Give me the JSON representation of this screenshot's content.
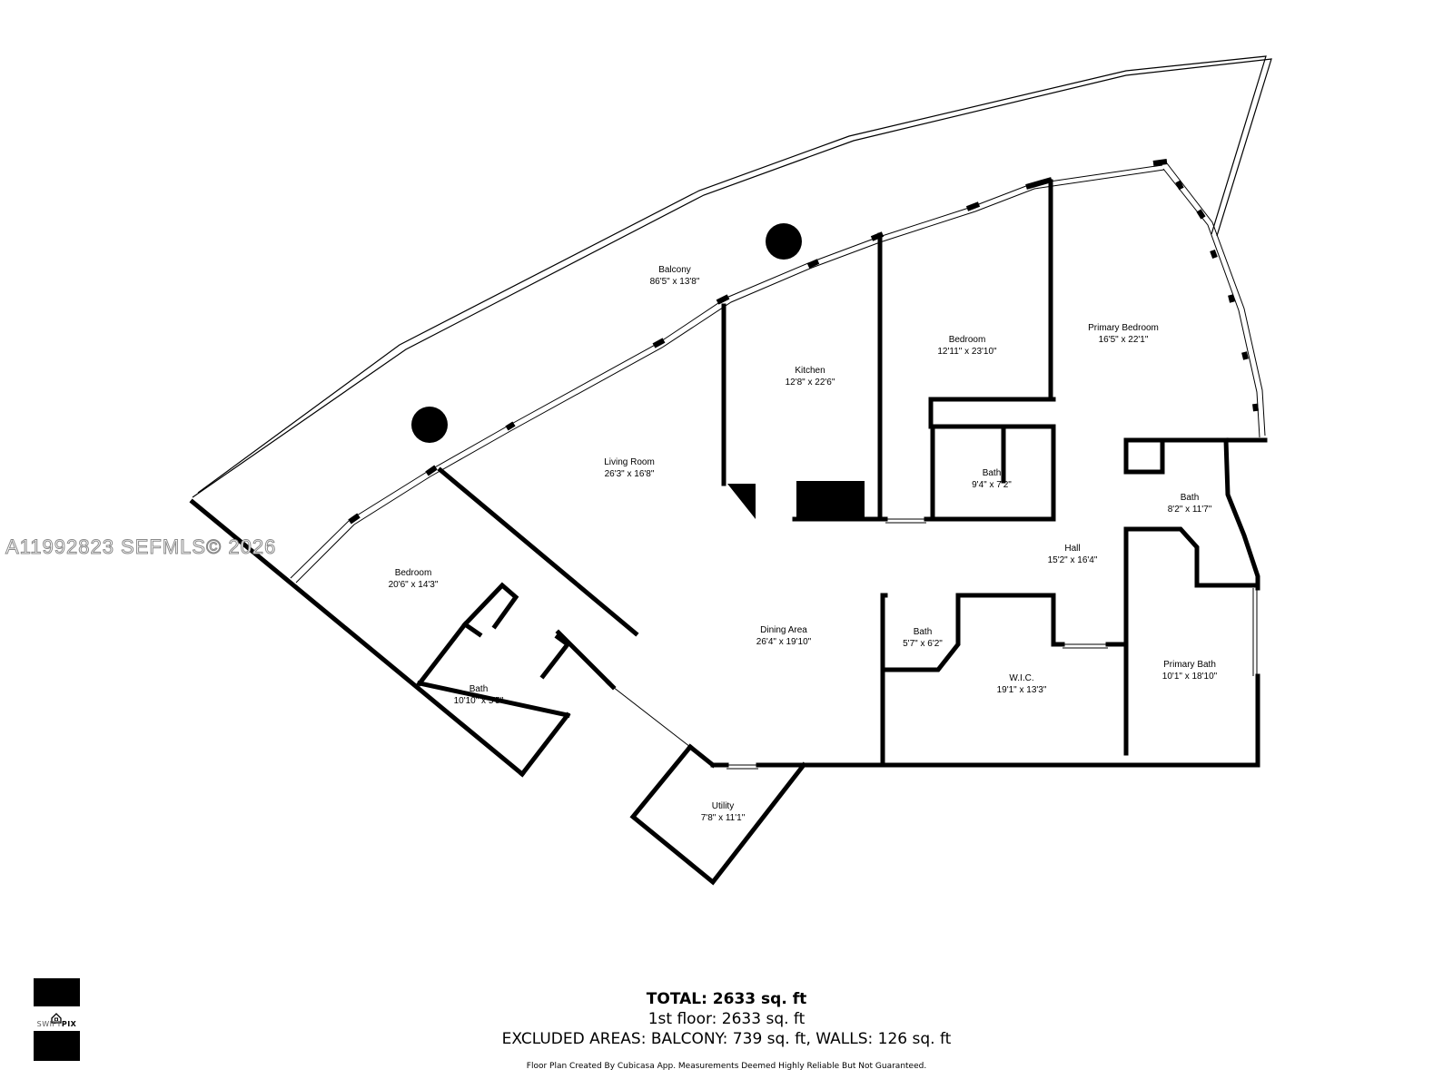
{
  "watermark": "A11992823  SEFMLS© 2026",
  "rooms": [
    {
      "id": "balcony",
      "name": "Balcony",
      "dims": "86'5\" x 13'8\""
    },
    {
      "id": "kitchen",
      "name": "Kitchen",
      "dims": "12'8\" x 22'6\""
    },
    {
      "id": "bedroom-2",
      "name": "Bedroom",
      "dims": "12'11\" x 23'10\""
    },
    {
      "id": "primary-bedroom",
      "name": "Primary Bedroom",
      "dims": "16'5\" x 22'1\""
    },
    {
      "id": "living-room",
      "name": "Living Room",
      "dims": "26'3\" x 16'8\""
    },
    {
      "id": "bath-center",
      "name": "Bath",
      "dims": "9'4\" x 7'2\""
    },
    {
      "id": "bath-primary-side",
      "name": "Bath",
      "dims": "8'2\" x 11'7\""
    },
    {
      "id": "hall",
      "name": "Hall",
      "dims": "15'2\" x 16'4\""
    },
    {
      "id": "bedroom-1",
      "name": "Bedroom",
      "dims": "20'6\" x 14'3\""
    },
    {
      "id": "dining-area",
      "name": "Dining Area",
      "dims": "26'4\" x 19'10\""
    },
    {
      "id": "bath-small",
      "name": "Bath",
      "dims": "5'7\" x 6'2\""
    },
    {
      "id": "primary-bath",
      "name": "Primary Bath",
      "dims": "10'1\" x 18'10\""
    },
    {
      "id": "wic",
      "name": "W.I.C.",
      "dims": "19'1\" x 13'3\""
    },
    {
      "id": "bath-left",
      "name": "Bath",
      "dims": "10'10\" x 5'5\""
    },
    {
      "id": "utility",
      "name": "Utility",
      "dims": "7'8\" x 11'1\""
    }
  ],
  "summary": {
    "total": "TOTAL: 2633 sq. ft",
    "floor": "1st floor: 2633 sq. ft",
    "excluded": "EXCLUDED AREAS: BALCONY: 739 sq. ft, WALLS: 126 sq. ft"
  },
  "disclaimer": "Floor Plan Created By Cubicasa App. Measurements Deemed Highly Reliable But Not Guaranteed.",
  "logo": {
    "prefix": "SWIFT",
    "suffix": "PIX"
  }
}
